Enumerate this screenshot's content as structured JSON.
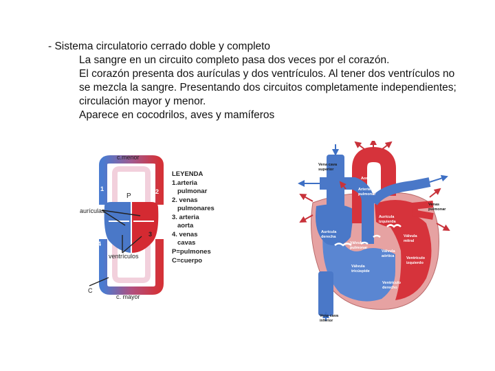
{
  "slide": {
    "lead": "- Sistema circulatorio cerrado doble y completo",
    "lines": [
      "La sangre en un circuito completo pasa dos veces por el corazón.",
      "El corazón presenta dos aurículas y dos ventrículos. Al tener dos ventrículos no se mezcla la sangre. Presentando dos circuitos completamente independientes; circulación mayor y menor.",
      "Aparece en cocodrilos, aves y mamíferos"
    ]
  },
  "left_diagram": {
    "top_label": "c.menor",
    "bottom_label": "c. mayor",
    "p_label": "P",
    "c_label": "C",
    "auriculas": "aurículas",
    "ventriculos": "ventrículos",
    "numbers": [
      "1",
      "2",
      "3",
      "4"
    ],
    "legend": [
      "LEYENDA",
      "1.arteria",
      "pulmonar",
      "2. venas",
      "pulmonares",
      "3. arteria",
      "aorta",
      "4. venas",
      "cavas",
      "P=pulmones",
      "C=cuerpo"
    ],
    "colors": {
      "oxygenated": "#d42a32",
      "deoxygenated": "#3d6fc4"
    }
  },
  "right_diagram": {
    "labels": {
      "vena_cava_superior": [
        "Vena cava",
        "superior"
      ],
      "aorta": "Aorta",
      "arteria_pulmonar": [
        "Arteria",
        "pulmonar"
      ],
      "venas_pulmonar": [
        "Venas",
        "pulmonar"
      ],
      "auricula_izquierda": [
        "Aurícula",
        "izquierda"
      ],
      "auricula_derecha": [
        "Aurícula",
        "derecha"
      ],
      "valvula_mitral": [
        "Válvula",
        "mitral"
      ],
      "valvula_pulmonar": [
        "Válvula",
        "pulmonar"
      ],
      "valvula_aortica": [
        "Válvula",
        "aórtica"
      ],
      "ventriculo_izquierdo": [
        "Ventrículo",
        "izquierdo"
      ],
      "valvula_tricuspide": [
        "Válvula",
        "tricúspide"
      ],
      "ventriculo_derecho": [
        "Ventrículo",
        "derecho"
      ],
      "vena_cava_inferior": [
        "Vena cava",
        "inferior"
      ]
    },
    "colors": {
      "oxygenated": "#d6333b",
      "deoxygenated": "#4a78c8",
      "muscle": "#e8a0a0"
    }
  }
}
